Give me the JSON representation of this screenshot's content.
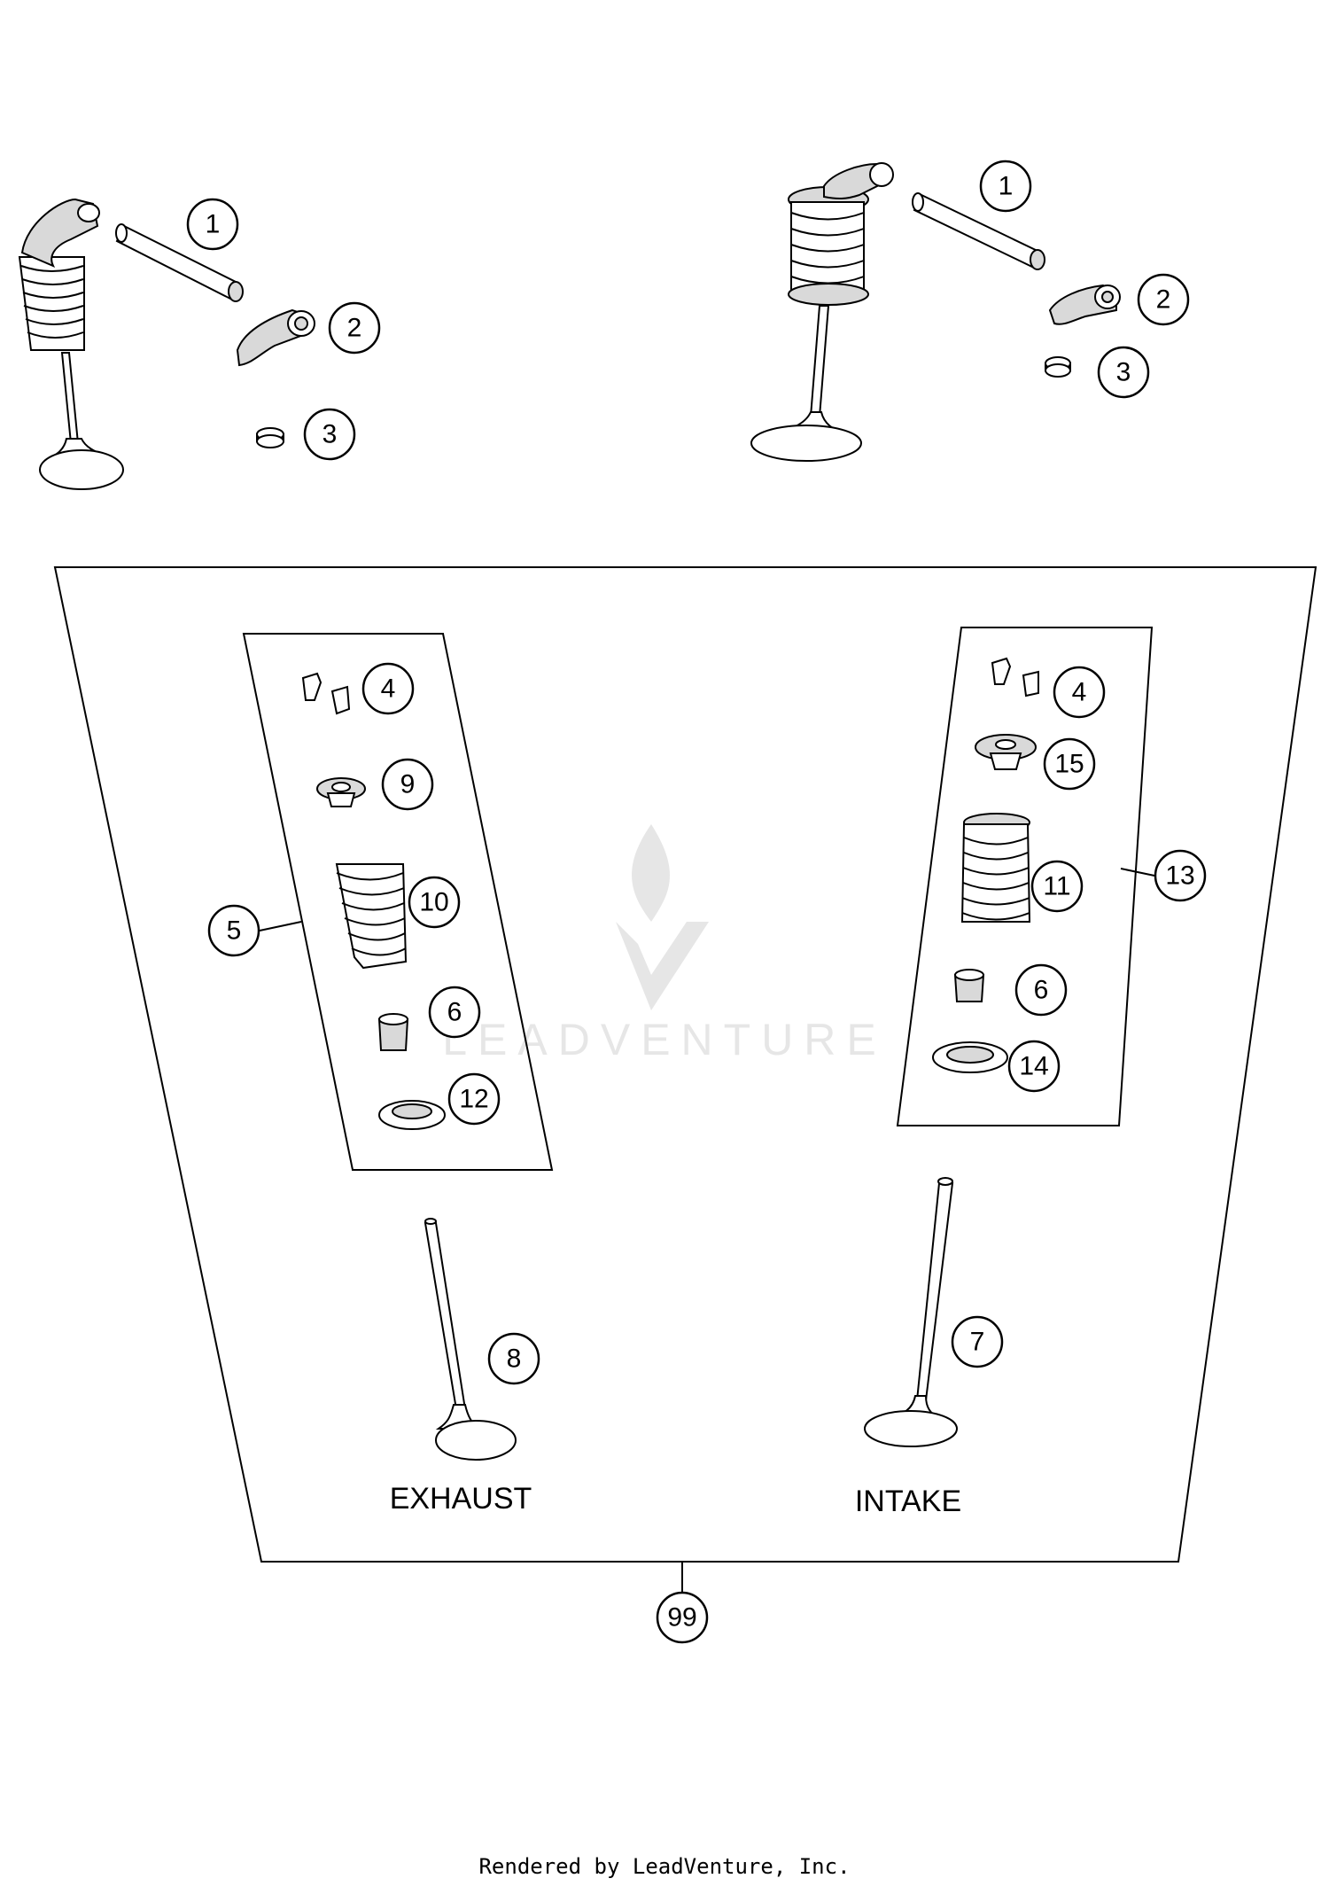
{
  "watermark": {
    "text": "LEADVENTURE"
  },
  "labels": {
    "exhaust": "EXHAUST",
    "intake": "INTAKE"
  },
  "callouts": {
    "c1a": "1",
    "c2a": "2",
    "c3a": "3",
    "c1b": "1",
    "c2b": "2",
    "c3b": "3",
    "c4a": "4",
    "c9": "9",
    "c10": "10",
    "c5": "5",
    "c6a": "6",
    "c12": "12",
    "c4b": "4",
    "c15": "15",
    "c11": "11",
    "c13": "13",
    "c6b": "6",
    "c14": "14",
    "c8": "8",
    "c7": "7",
    "c99": "99"
  },
  "footer": {
    "text": "Rendered by LeadVenture, Inc."
  }
}
